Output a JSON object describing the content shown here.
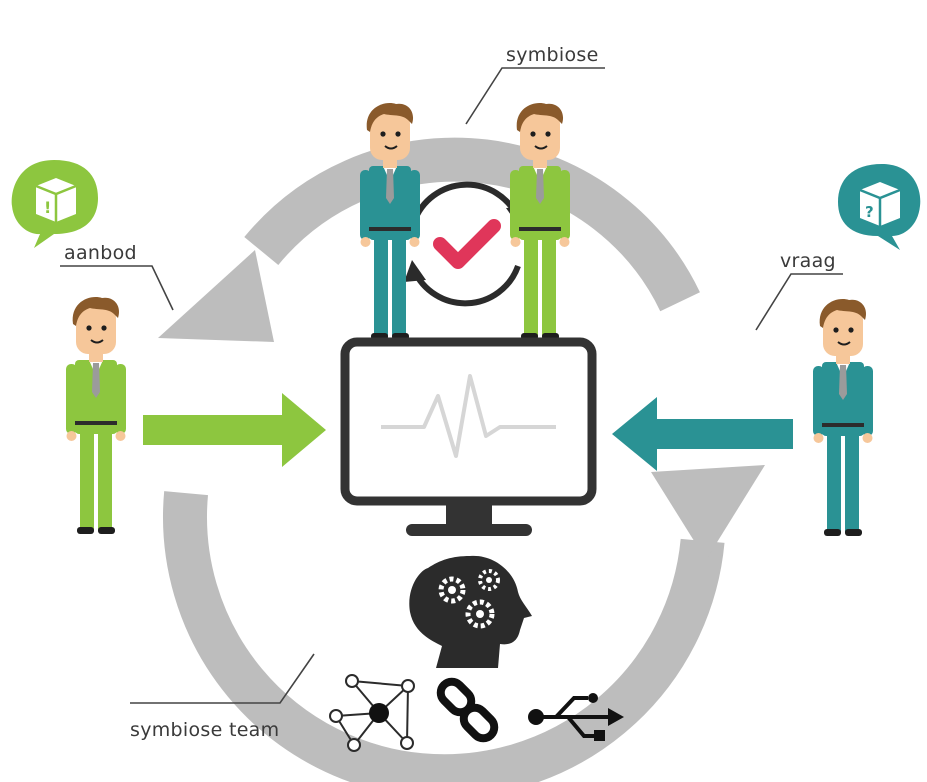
{
  "labels": {
    "symbiose": "symbiose",
    "aanbod": "aanbod",
    "vraag": "vraag",
    "symbiose_team": "symbiose team"
  },
  "bubbles": {
    "left_mark": "!",
    "right_mark": "?"
  },
  "colors": {
    "cycle_gray": "#bdbdbd",
    "lime_green": "#8dc63f",
    "teal": "#2a9294",
    "check_pink": "#e0365a",
    "dark": "#333333",
    "pulse_gray": "#d6d6d6"
  },
  "icons": [
    "network-icon",
    "chain-link-icon",
    "usb-icon",
    "head-gears-icon",
    "monitor-icon"
  ]
}
